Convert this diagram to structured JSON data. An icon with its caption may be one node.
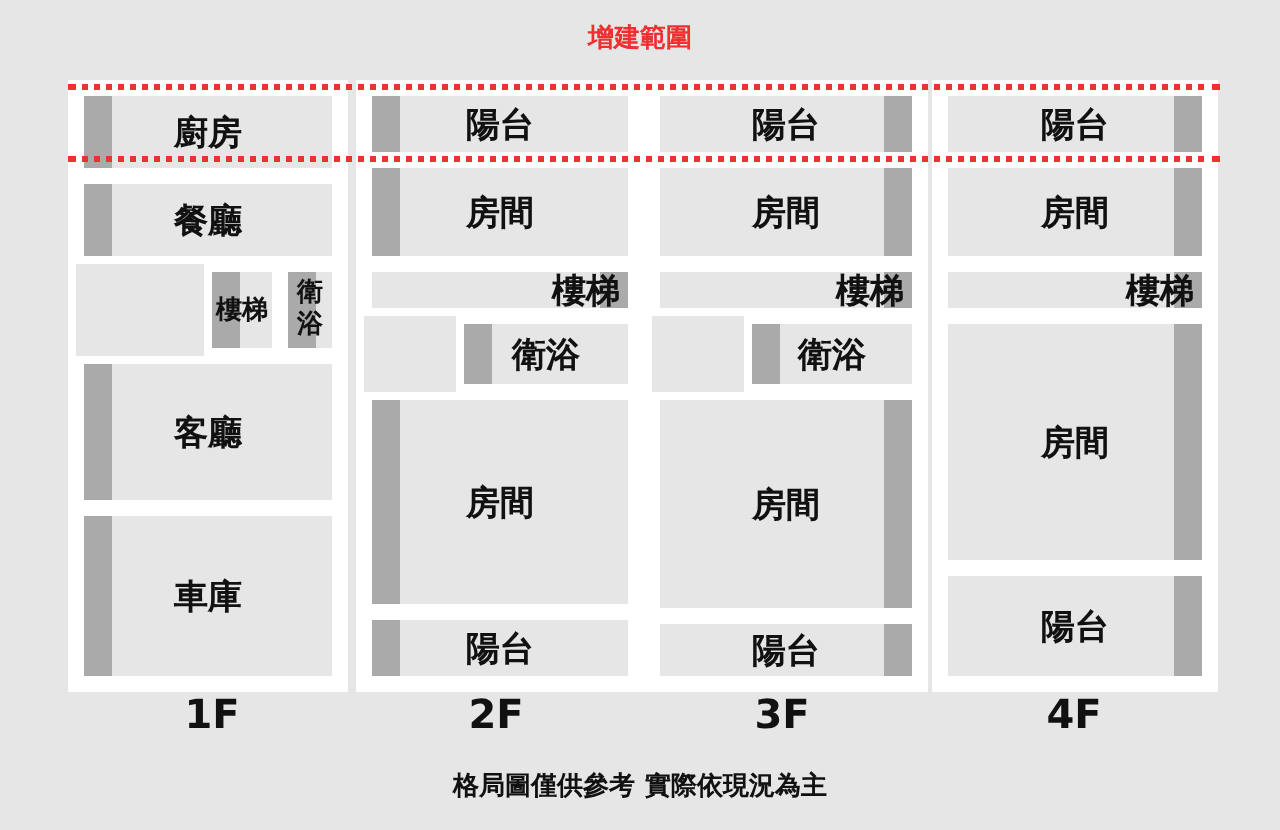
{
  "diagram": {
    "caption": "格局圖僅供參考 實際依現況為主",
    "nodes": [
      {
        "text": [
          "廚房"
        ]
      },
      {
        "text": [
          "餐廳"
        ]
      },
      {
        "text": [
          "樓梯"
        ]
      },
      {
        "text": [
          "衛浴"
        ]
      },
      {
        "text": [
          "客廳"
        ]
      },
      {
        "text": [
          "車庫"
        ]
      },
      {
        "text": [
          "陽台"
        ]
      },
      {
        "text": [
          "房間"
        ]
      },
      {
        "text": [
          "樓梯"
        ]
      },
      {
        "text": [
          "衛浴"
        ]
      },
      {
        "text": [
          "房間"
        ]
      },
      {
        "text": [
          "陽台"
        ]
      },
      {
        "text": [
          "陽台"
        ]
      },
      {
        "text": [
          "房間"
        ]
      },
      {
        "text": [
          "樓梯"
        ]
      },
      {
        "text": [
          "衛浴"
        ]
      },
      {
        "text": [
          "房間"
        ]
      },
      {
        "text": [
          "陽台"
        ]
      },
      {
        "text": [
          "陽台"
        ]
      },
      {
        "text": [
          "房間"
        ]
      },
      {
        "text": [
          "樓梯"
        ]
      },
      {
        "text": [
          "房間"
        ]
      },
      {
        "text": [
          "陽台"
        ]
      }
    ],
    "labels": [
      "增建範圍",
      "1F",
      "2F",
      "3F",
      "4F"
    ]
  }
}
